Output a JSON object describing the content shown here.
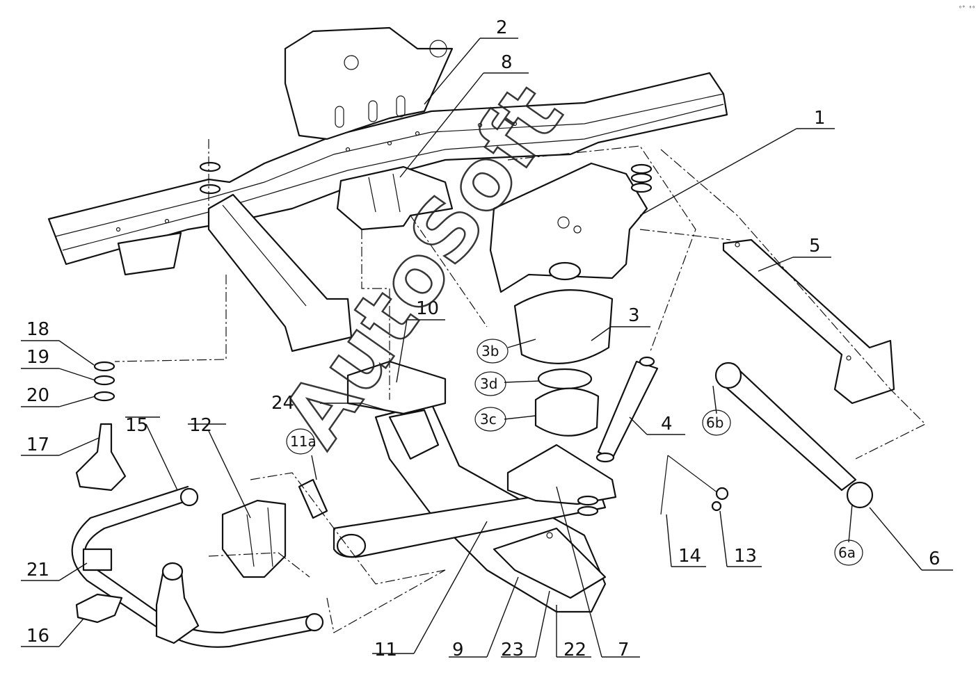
{
  "diagram": {
    "watermark": "AutoSoft",
    "corner_mark": "⁰° ⁰⁰⁰",
    "labels": {
      "l1": "1",
      "l2": "2",
      "l3": "3",
      "l4": "4",
      "l5": "5",
      "l6": "6",
      "l7": "7",
      "l8": "8",
      "l9": "9",
      "l10": "10",
      "l11": "11",
      "l12": "12",
      "l13": "13",
      "l14": "14",
      "l15": "15",
      "l16": "16",
      "l17": "17",
      "l18": "18",
      "l19": "19",
      "l20": "20",
      "l21": "21",
      "l22": "22",
      "l23": "23",
      "l24": "24"
    },
    "circled_labels": {
      "c3b": "3b",
      "c3d": "3d",
      "c3c": "3c",
      "c11a": "11a",
      "c6b": "6b",
      "c6a": "6a"
    }
  }
}
